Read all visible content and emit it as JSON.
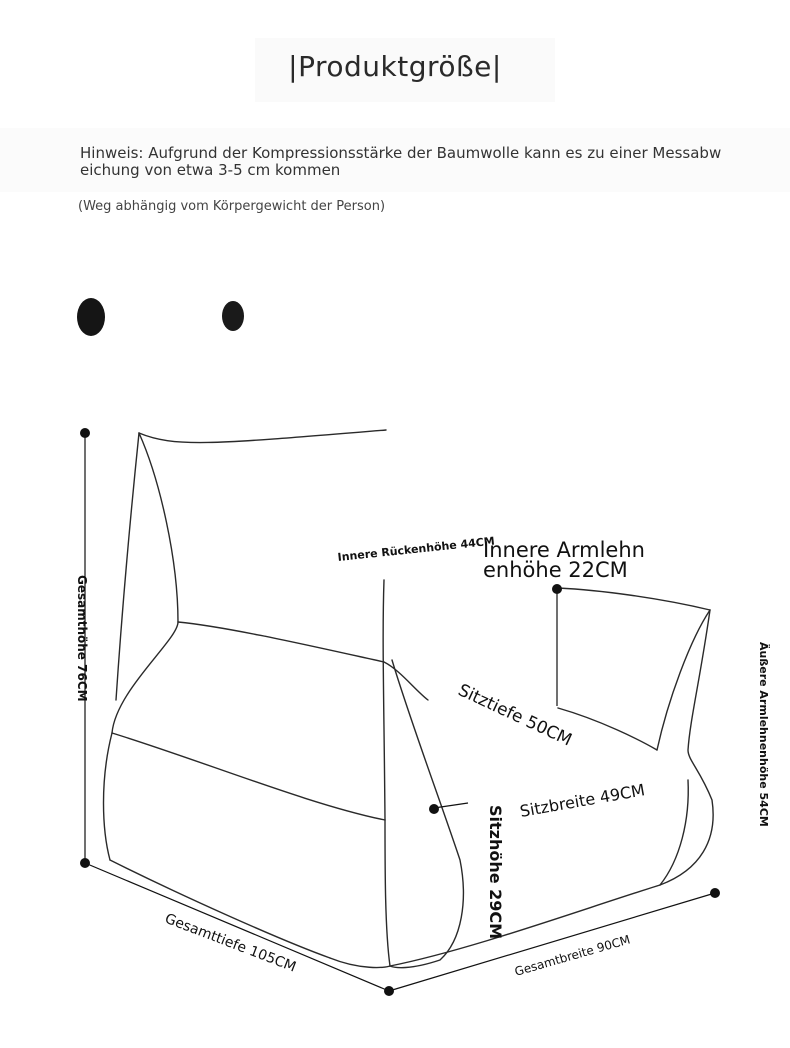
{
  "title": "|Produktgröße|",
  "note": "Hinweis: Aufgrund der Kompressionsstärke der Baumwolle kann es zu einer Messabweichung von etwa 3-5 cm kommen",
  "sub_note": "(Weg abhängig vom Körpergewicht der Person)",
  "labels": {
    "total_height": "Gesamthöhe 76CM",
    "inner_back_height": "Innere Rückenhöhe 44CM",
    "inner_arm_line1": "Innere Armlehn",
    "inner_arm_line2": "enhöhe 22CM",
    "outer_arm_height": "Äußere Armlehnenhöhe 54CM",
    "seat_depth": "Sitztiefe 50CM",
    "seat_width": "Sitzbreite 49CM",
    "seat_height": "Sitzhöhe 29CM",
    "total_depth": "Gesamttiefe 105CM",
    "total_width": "Gesamtbreite 90CM"
  }
}
